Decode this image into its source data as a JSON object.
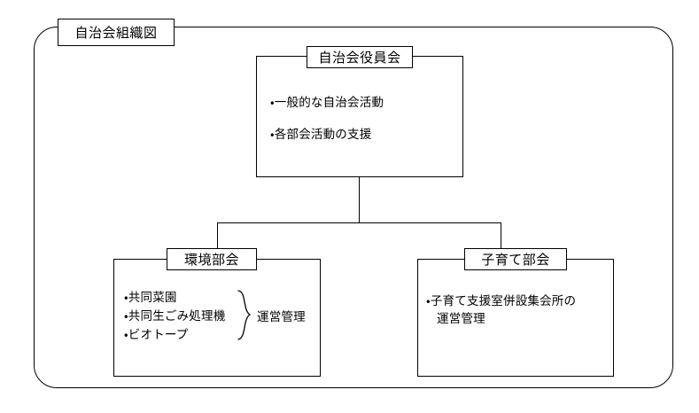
{
  "diagram": {
    "title": "自治会組織図",
    "type": "organization-chart",
    "nodes": {
      "exec": {
        "title": "自治会役員会",
        "items": [
          "・一般的な自治会活動",
          "・各部会活動の支援"
        ]
      },
      "environment": {
        "title": "環境部会",
        "items": [
          "・共同菜園",
          "・共同生ごみ処理機",
          "・ビオトープ"
        ],
        "brace_label": "運営管理"
      },
      "childcare": {
        "title": "子育て部会",
        "items_line1": "・子育て支援室併設集会所の",
        "items_line2": "運営管理"
      }
    }
  },
  "colors": {
    "line": "#000000",
    "background": "#ffffff",
    "text": "#000000"
  }
}
